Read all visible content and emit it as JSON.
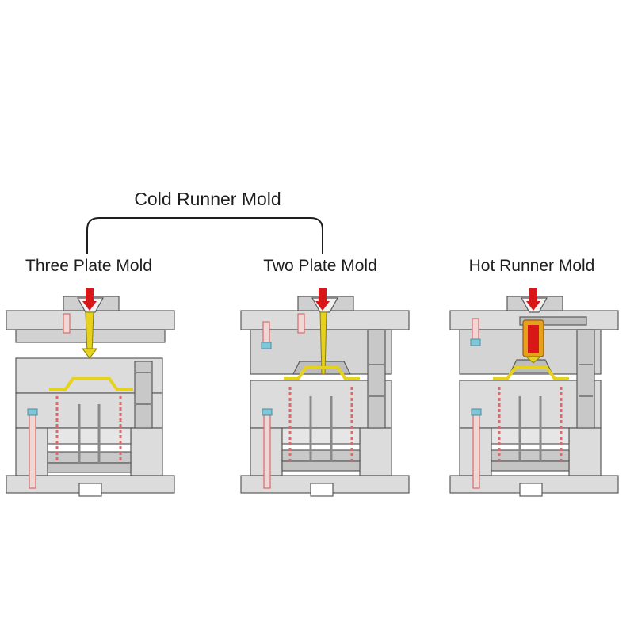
{
  "diagram": {
    "group_label": "Cold Runner Mold",
    "molds": [
      {
        "title": "Three Plate Mold"
      },
      {
        "title": "Two Plate Mold"
      },
      {
        "title": "Hot Runner Mold"
      }
    ]
  },
  "colors": {
    "plate_fill": "#dcdcdc",
    "plate_stroke": "#5a5a5a",
    "part_plastic": "#e6d21c",
    "ejector_pin": "#d96a6a",
    "screw": "#7fc6d8",
    "injection_arrow": "#d81818",
    "hot_runner_nozzle": "#e4a21a"
  }
}
